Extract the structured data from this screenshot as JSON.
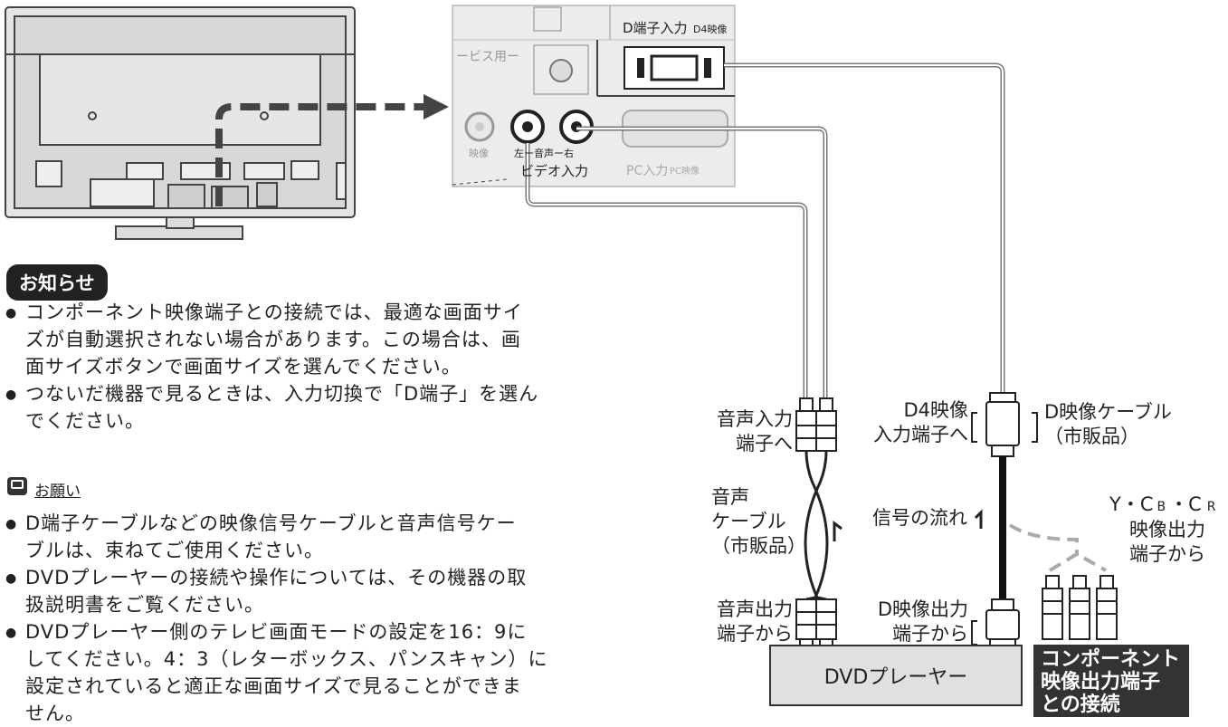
{
  "panel": {
    "d_terminal_label": "D端子入力",
    "d_terminal_sub": "D4映像",
    "service_label": "ービス用ー",
    "video_small": "映像",
    "audio_lr": "左ー音声ー右",
    "video_input": "ビデオ入力",
    "pc_input": "PC入力",
    "pc_sub": "PC映像"
  },
  "notice": {
    "label": "お知らせ",
    "items": [
      {
        "lines": [
          "コンポーネント映像端子との接続では、最適な画面サイ",
          "ズが自動選択されない場合があります。この場合は、画",
          "面サイズボタンで画面サイズを選んでください。"
        ]
      },
      {
        "lines": [
          "つないだ機器で見るときは、入力切換で「D端子」を選ん",
          "でください。"
        ]
      }
    ]
  },
  "request": {
    "label": "お願い",
    "items": [
      {
        "lines": [
          "D端子ケーブルなどの映像信号ケーブルと音声信号ケー",
          "ブルは、束ねてご使用ください。"
        ]
      },
      {
        "lines": [
          "DVDプレーヤーの接続や操作については、その機器の取",
          "扱説明書をご覧ください。"
        ]
      },
      {
        "lines": [
          "DVDプレーヤー側のテレビ画面モードの設定を16：9に",
          "してください。4：3（レターボックス、パンスキャン）に",
          "設定されていると適正な画面サイズで見ることができま",
          "せん。"
        ]
      }
    ]
  },
  "labels": {
    "audio_in": [
      "音声入力",
      "端子へ"
    ],
    "d4_in": [
      "D4映像",
      "入力端子へ"
    ],
    "d_cable": [
      "D映像ケーブル",
      "（市販品）"
    ],
    "audio_cable": [
      "音声",
      "ケーブル",
      "（市販品）"
    ],
    "signal_flow": "信号の流れ",
    "ycbcr": "Y・C",
    "ycbcr_b": "B",
    "ycbcr_dot": "・C",
    "ycbcr_r": "R",
    "ycbcr_lines": [
      "映像出力",
      "端子から"
    ],
    "audio_out": [
      "音声出力",
      "端子から"
    ],
    "d_out": [
      "D映像出力",
      "端子から"
    ],
    "player": "DVDプレーヤー",
    "component": [
      "コンポーネント",
      "映像出力端子",
      "との接続"
    ]
  }
}
